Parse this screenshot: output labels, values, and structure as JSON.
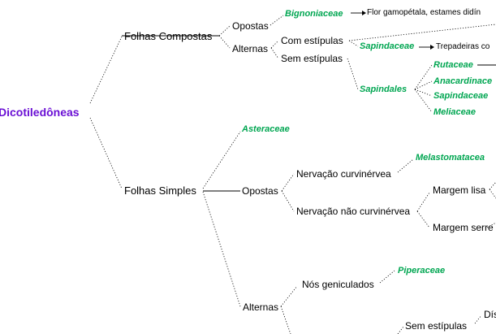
{
  "colors": {
    "root": "#6a0fd4",
    "taxon": "#00a651",
    "text": "#000000",
    "line": "#000000"
  },
  "root": "Dicotiledôneas",
  "compostas": {
    "label": "Folhas Compostas",
    "opostas": "Opostas",
    "alternas": "Alternas",
    "bignoniaceae": "Bignoniaceae",
    "bignoniaceae_desc": "Flor gamopétala, estames didín",
    "com_estipulas": "Com estípulas",
    "sem_estipulas": "Sem estípulas",
    "sapindaceae": "Sapindaceae",
    "sapindaceae_desc": "Trepadeiras co",
    "sapindales": "Sapindales",
    "sapindales_families": [
      "Rutaceae",
      "Anacardinace",
      "Sapindaceae",
      "Meliaceae"
    ]
  },
  "simples": {
    "label": "Folhas Simples",
    "asteraceae": "Asteraceae",
    "opostas": "Opostas",
    "curvinervea": "Nervação curvinérvea",
    "melastomataceae": "Melastomatacea",
    "nao_curvinervea": "Nervação não curvinérvea",
    "margem_lisa": "Margem lisa",
    "margem_serreada": "Margem serre",
    "alternas": "Alternas",
    "nos_geniculados": "Nós geniculados",
    "piperaceae": "Piperaceae",
    "sem_estipulas": "Sem estípulas",
    "cutoff_label": "Dís"
  }
}
